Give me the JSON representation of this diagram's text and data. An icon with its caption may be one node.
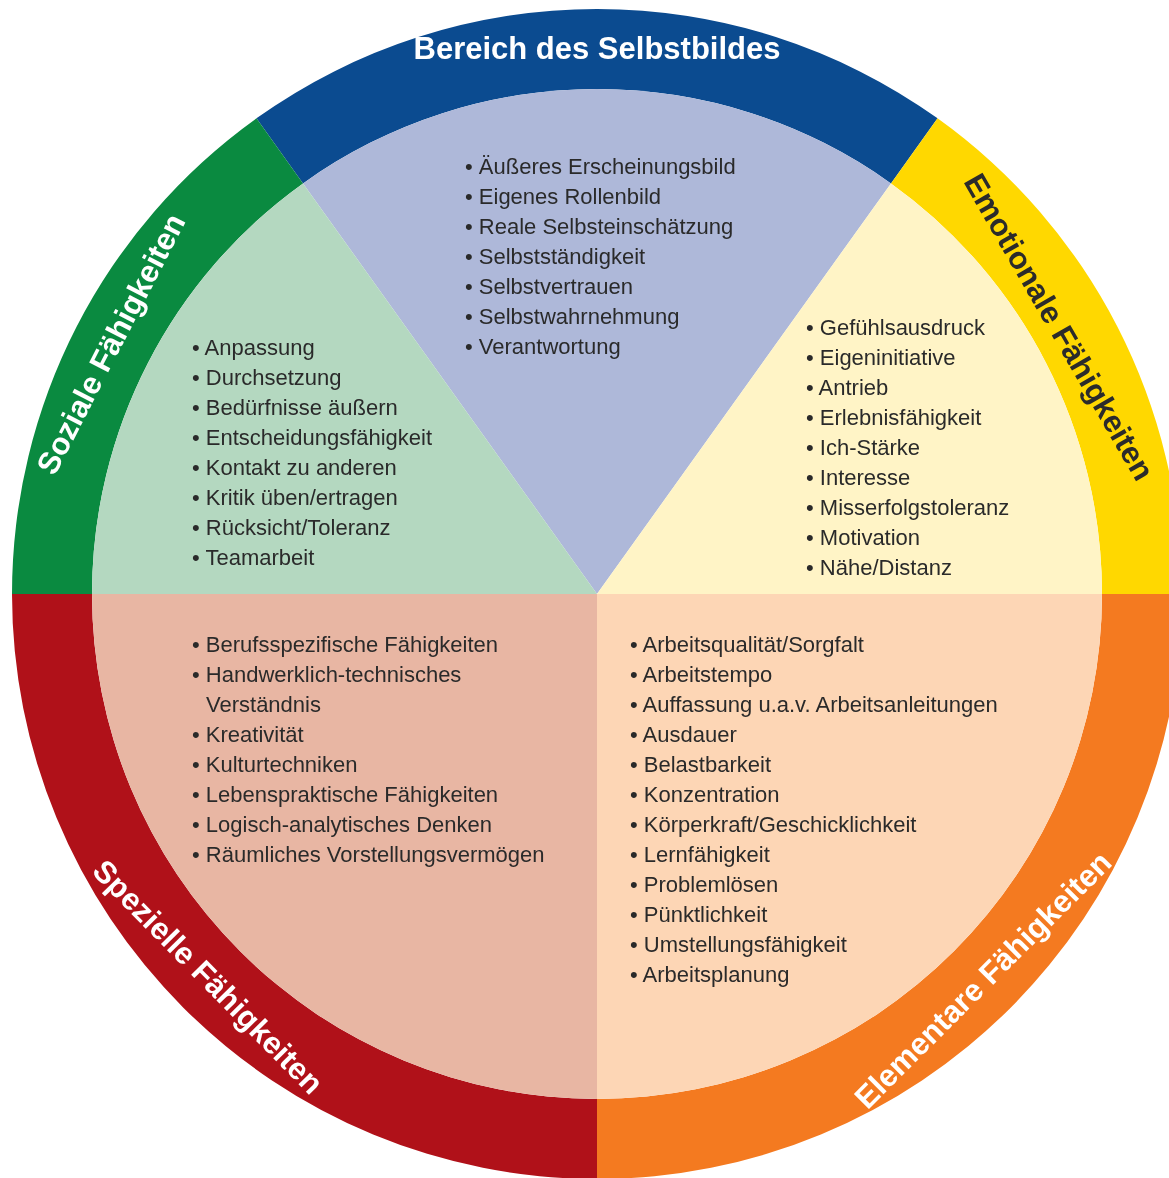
{
  "diagram": {
    "nodes": [
      {
        "text": [
          "Bereich des Selbstbildes"
        ]
      },
      {
        "text": [
          "Soziale Fähigkeiten"
        ]
      },
      {
        "text": [
          "Emotionale Fähigkeiten"
        ]
      },
      {
        "text": [
          "Spezielle Fähigkeiten"
        ]
      },
      {
        "text": [
          "Elementare Fähigkeiten"
        ]
      },
      {
        "text": [
          "• Äußeres Erscheinungsbild",
          "• Eigenes Rollenbild",
          "• Reale Selbsteinschätzung",
          "• Selbstständigkeit",
          "• Selbstvertrauen",
          "• Selbstwahrnehmung",
          "• Verantwortung"
        ]
      },
      {
        "text": [
          "• Anpassung",
          "• Durchsetzung",
          "• Bedürfnisse äußern",
          "• Entscheidungsfähigkeit",
          "• Kontakt zu anderen",
          "• Kritik üben/ertragen",
          "• Rücksicht/Toleranz",
          "• Teamarbeit"
        ]
      },
      {
        "text": [
          "• Gefühlsausdruck",
          "• Eigeninitiative",
          "• Antrieb",
          "• Erlebnisfähigkeit",
          "• Ich-Stärke",
          "• Interesse",
          "• Misserfolgstoleranz",
          "• Motivation",
          "• Nähe/Distanz"
        ]
      },
      {
        "text": [
          "• Berufsspezifische Fähigkeiten",
          "• Handwerklich-technisches Verständnis",
          "• Kreativität",
          "• Kulturtechniken",
          "• Lebenspraktische Fähigkeiten",
          "• Logisch-analytisches Denken",
          "• Räumliches Vorstellungsvermögen"
        ]
      },
      {
        "text": [
          "• Arbeitsqualität/Sorgfalt",
          "• Arbeitstempo",
          "• Auffassung u.a.v. Arbeitsanleitungen",
          "• Ausdauer",
          "• Belastbarkeit",
          "• Konzentration",
          "• Körperkraft/Geschicklichkeit",
          "• Lernfähigkeit",
          "• Problemlösen",
          "• Pünktlichkeit",
          "• Umstellungsfähigkeit",
          "• Arbeitsplanung"
        ]
      }
    ]
  }
}
